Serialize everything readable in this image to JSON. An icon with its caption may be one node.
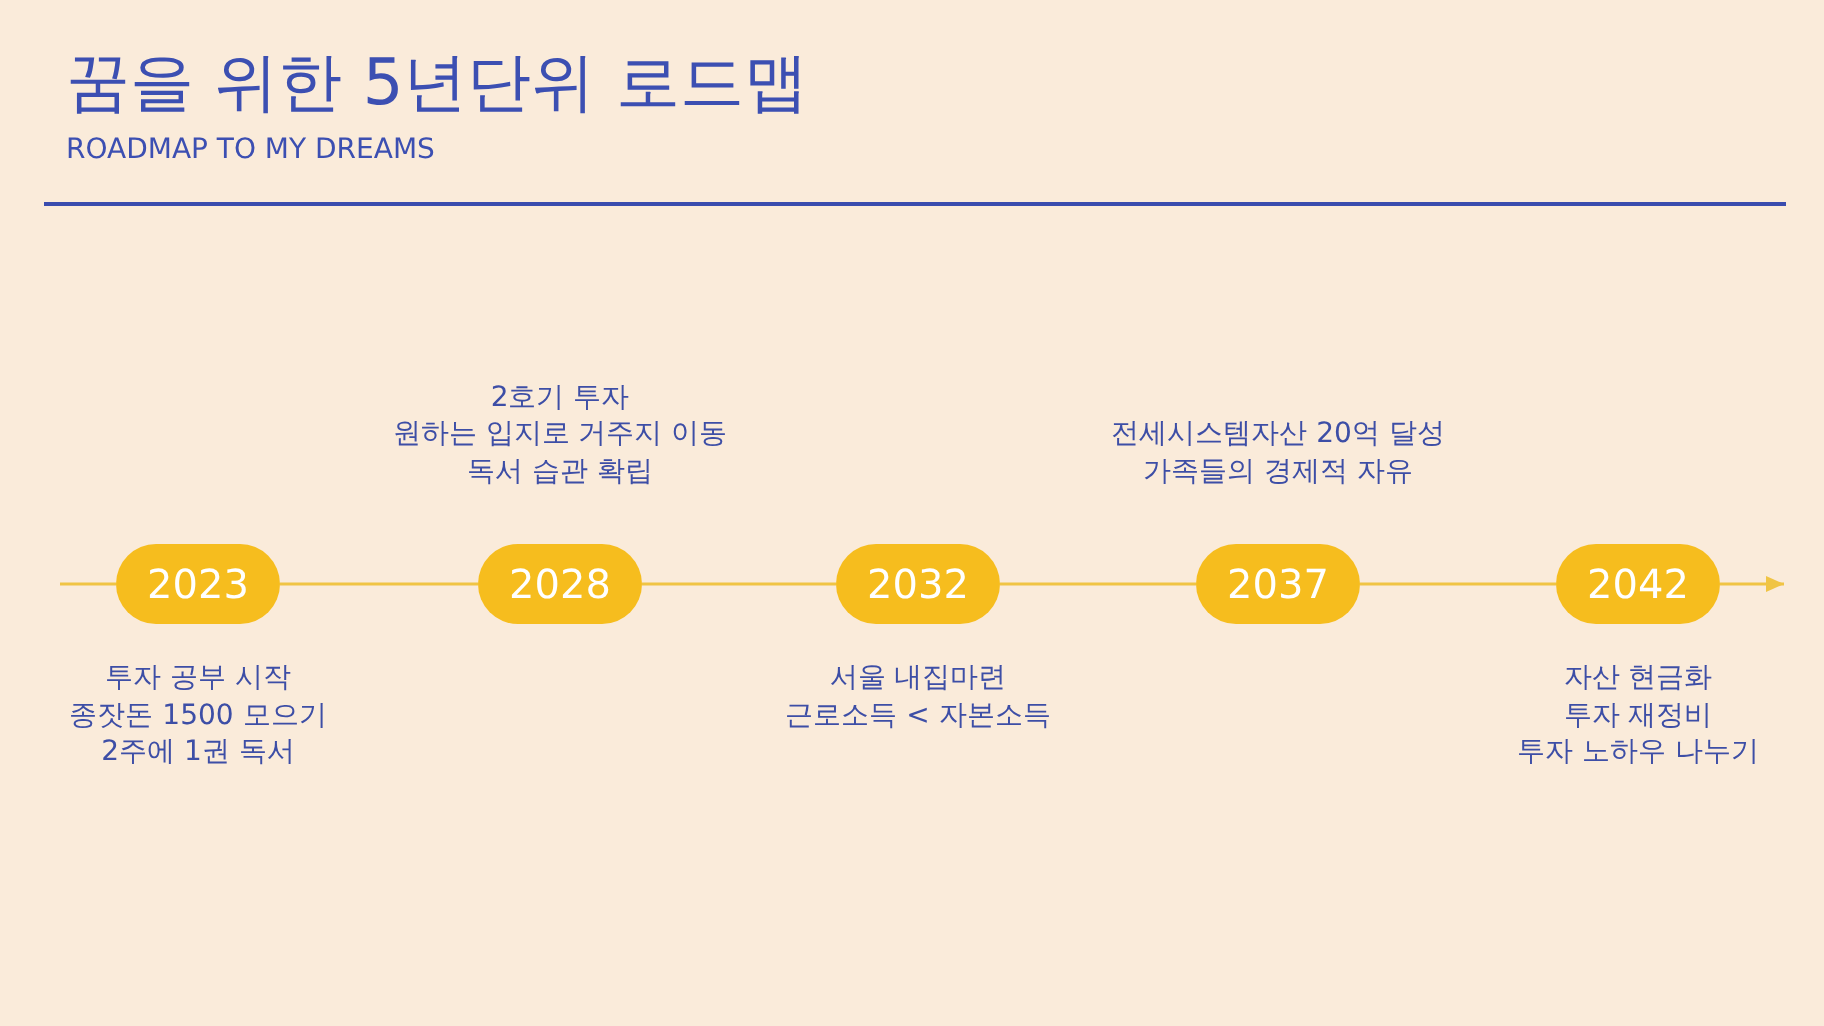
{
  "diagram": {
    "title": "꿈을 위한 5년단위 로드맵",
    "nodes": [
      {
        "text": [
          "2023"
        ],
        "beside": [
          "투자 공부 시작",
          "종잣돈 1500 모으기",
          "2주에 1권 독서"
        ]
      },
      {
        "text": [
          "2028"
        ],
        "beside": [
          "2호기 투자",
          "원하는 입지로 거주지 이동",
          "독서 습관 확립"
        ]
      },
      {
        "text": [
          "2032"
        ],
        "beside": [
          "서울 내집마련",
          "근로소득 < 자본소득"
        ]
      },
      {
        "text": [
          "2037"
        ],
        "beside": [
          "전세시스템자산 20억 달성",
          "가족들의 경제적 자유"
        ]
      },
      {
        "text": [
          "2042"
        ],
        "beside": [
          "자산 현금화",
          "투자 재정비",
          "투자 노하우 나누기"
        ]
      }
    ],
    "edges": [
      {
        "from": null,
        "to": 0,
        "arrow": "none"
      },
      {
        "from": 0,
        "to": 1,
        "arrow": "none"
      },
      {
        "from": 1,
        "to": 2,
        "arrow": "none"
      },
      {
        "from": 2,
        "to": 3,
        "arrow": "none"
      },
      {
        "from": 3,
        "to": 4,
        "arrow": "none"
      },
      {
        "from": 4,
        "to": null,
        "arrow": "to"
      }
    ],
    "labels": [
      "ROADMAP TO MY DREAMS"
    ]
  }
}
